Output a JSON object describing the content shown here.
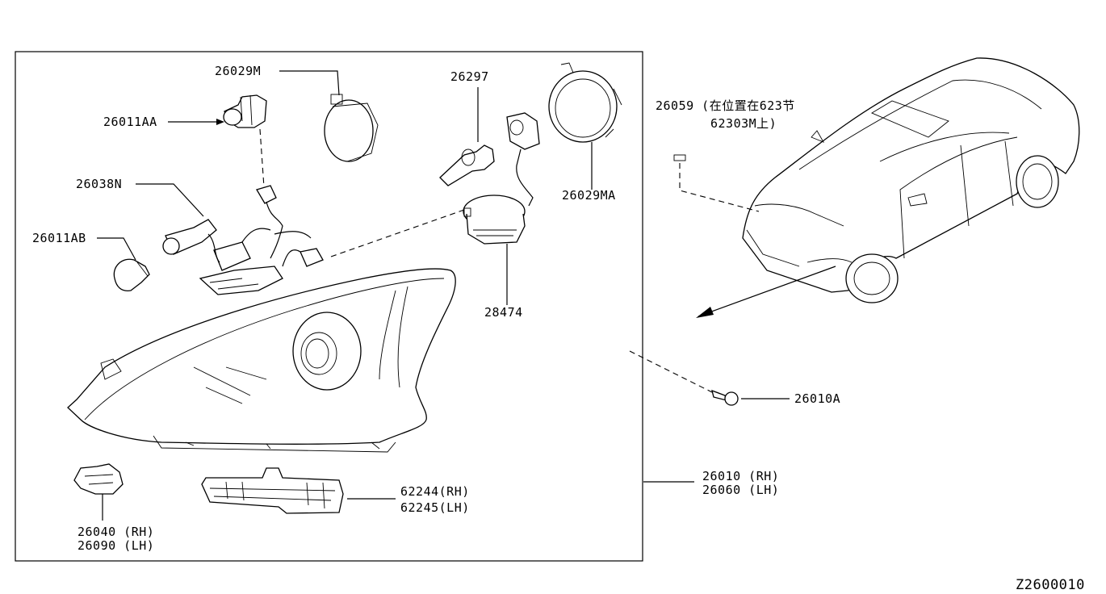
{
  "labels": {
    "p26029M": "26029M",
    "p26011AA": "26011AA",
    "p26038N": "26038N",
    "p26011AB": "26011AB",
    "p26297": "26297",
    "p26029MA": "26029MA",
    "p28474": "28474",
    "p26059_a": "26059 (在位置在623节",
    "p26059_b": "62303M上)",
    "p26010A": "26010A",
    "p26010_rh": "26010 (RH)",
    "p26060_lh": "26060 (LH)",
    "p62244_rh": "62244(RH)",
    "p62245_lh": "62245(LH)",
    "p26040_rh": "26040 (RH)",
    "p26090_lh": "26090 (LH)"
  },
  "diagram_code": "Z2600010"
}
